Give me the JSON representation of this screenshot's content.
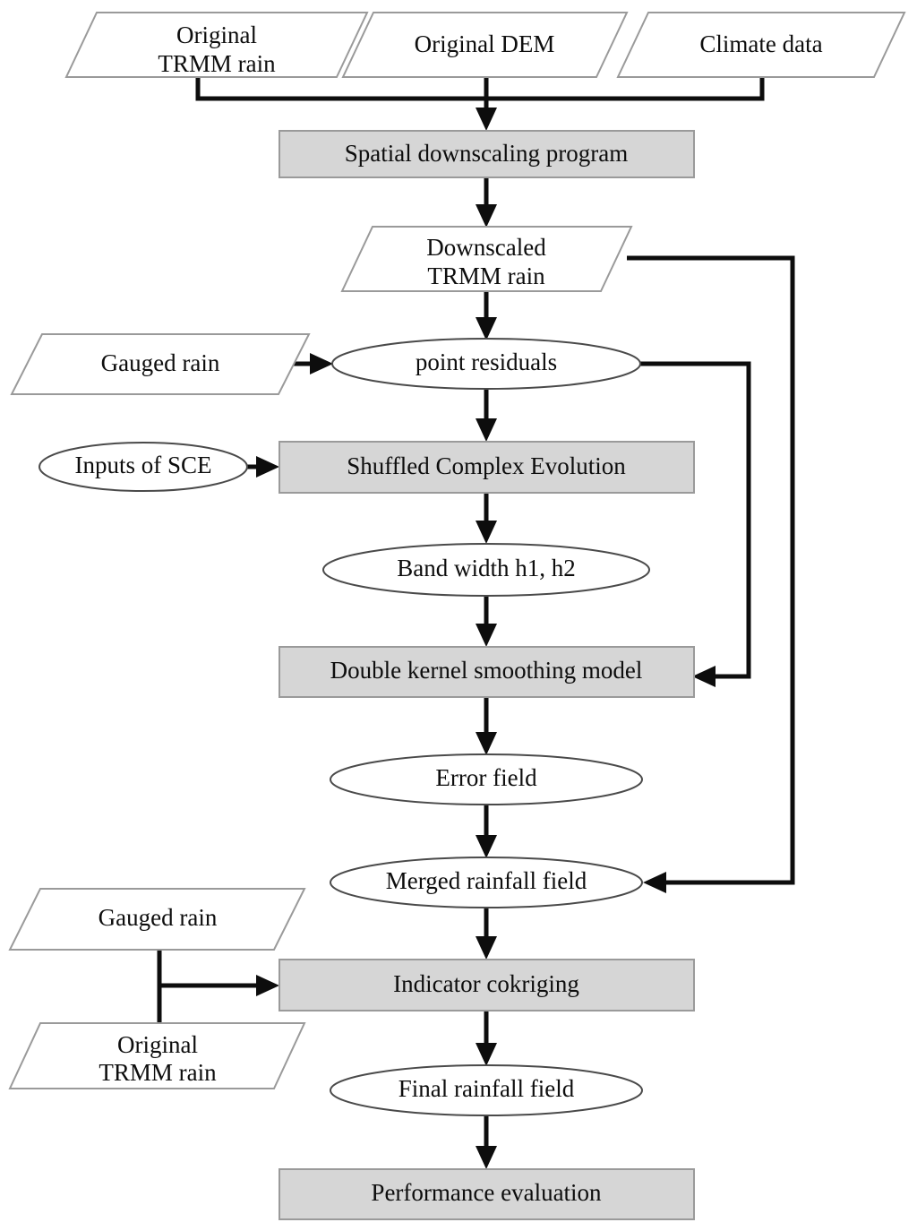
{
  "diagram": {
    "title": "Rainfall downscaling and merging workflow flowchart",
    "colors": {
      "process_fill": "#d6d6d6",
      "process_stroke": "#9a9a9a",
      "data_fill": "#ffffff",
      "data_stroke": "#9a9a9a",
      "terminal_fill": "#ffffff",
      "terminal_stroke": "#4a4a4a",
      "connector": "#0d0d0d",
      "text": "#0d0d0d",
      "background": "#ffffff"
    }
  },
  "nodes": {
    "original_trmm_rain_top": {
      "label_line1": "Original",
      "label_line2": "TRMM rain",
      "shape": "parallelogram"
    },
    "original_dem": {
      "label_line1": "Original DEM",
      "label_line2": "",
      "shape": "parallelogram"
    },
    "climate_data": {
      "label_line1": "Climate data",
      "label_line2": "",
      "shape": "parallelogram"
    },
    "spatial_downscaling_program": {
      "label_line1": "Spatial downscaling program",
      "label_line2": "",
      "shape": "rectangle"
    },
    "downscaled_trmm_rain": {
      "label_line1": "Downscaled",
      "label_line2": "TRMM rain",
      "shape": "parallelogram"
    },
    "gauged_rain_upper": {
      "label_line1": "Gauged rain",
      "label_line2": "",
      "shape": "parallelogram"
    },
    "point_residuals": {
      "label_line1": "point residuals",
      "label_line2": "",
      "shape": "ellipse"
    },
    "inputs_of_sce": {
      "label_line1": "Inputs of SCE",
      "label_line2": "",
      "shape": "ellipse"
    },
    "shuffled_complex_evolution": {
      "label_line1": "Shuffled Complex Evolution",
      "label_line2": "",
      "shape": "rectangle"
    },
    "band_width": {
      "label_line1": "Band width h1, h2",
      "label_line2": "",
      "shape": "ellipse"
    },
    "double_kernel_smoothing_model": {
      "label_line1": "Double kernel smoothing model",
      "label_line2": "",
      "shape": "rectangle"
    },
    "error_field": {
      "label_line1": "Error field",
      "label_line2": "",
      "shape": "ellipse"
    },
    "merged_rainfall_field": {
      "label_line1": "Merged rainfall field",
      "label_line2": "",
      "shape": "ellipse"
    },
    "gauged_rain_lower": {
      "label_line1": "Gauged rain",
      "label_line2": "",
      "shape": "parallelogram"
    },
    "original_trmm_rain_bottom": {
      "label_line1": "Original",
      "label_line2": "TRMM rain",
      "shape": "parallelogram"
    },
    "indicator_cokriging": {
      "label_line1": "Indicator cokriging",
      "label_line2": "",
      "shape": "rectangle"
    },
    "final_rainfall_field": {
      "label_line1": "Final rainfall field",
      "label_line2": "",
      "shape": "ellipse"
    },
    "performance_evaluation": {
      "label_line1": "Performance evaluation",
      "label_line2": "",
      "shape": "rectangle"
    }
  },
  "chart_data": {
    "type": "diagram",
    "title": "Rainfall downscaling and merging workflow flowchart",
    "node_order": [
      "Original TRMM rain",
      "Original DEM",
      "Climate data",
      "Spatial downscaling program",
      "Downscaled TRMM rain",
      "Gauged rain",
      "point residuals",
      "Inputs of SCE",
      "Shuffled Complex Evolution",
      "Band width h1, h2",
      "Double kernel smoothing model",
      "Error field",
      "Merged rainfall field",
      "Gauged rain",
      "Original TRMM rain",
      "Indicator cokriging",
      "Final rainfall field",
      "Performance evaluation"
    ],
    "edges": [
      {
        "from": "Original TRMM rain",
        "to": "Spatial downscaling program"
      },
      {
        "from": "Original DEM",
        "to": "Spatial downscaling program"
      },
      {
        "from": "Climate data",
        "to": "Spatial downscaling program"
      },
      {
        "from": "Spatial downscaling program",
        "to": "Downscaled TRMM rain"
      },
      {
        "from": "Downscaled TRMM rain",
        "to": "point residuals"
      },
      {
        "from": "Gauged rain",
        "to": "point residuals"
      },
      {
        "from": "Downscaled TRMM rain",
        "to": "Merged rainfall field"
      },
      {
        "from": "point residuals",
        "to": "Shuffled Complex Evolution"
      },
      {
        "from": "point residuals",
        "to": "Double kernel smoothing model"
      },
      {
        "from": "Inputs of SCE",
        "to": "Shuffled Complex Evolution"
      },
      {
        "from": "Shuffled Complex Evolution",
        "to": "Band width h1, h2"
      },
      {
        "from": "Band width h1, h2",
        "to": "Double kernel smoothing model"
      },
      {
        "from": "Double kernel smoothing model",
        "to": "Error field"
      },
      {
        "from": "Error field",
        "to": "Merged rainfall field"
      },
      {
        "from": "Merged rainfall field",
        "to": "Indicator cokriging"
      },
      {
        "from": "Gauged rain",
        "to": "Indicator cokriging"
      },
      {
        "from": "Original TRMM rain",
        "to": "Indicator cokriging"
      },
      {
        "from": "Indicator cokriging",
        "to": "Final rainfall field"
      },
      {
        "from": "Final rainfall field",
        "to": "Performance evaluation"
      }
    ],
    "shape_legend": {
      "parallelogram": "data input / output",
      "rectangle": "process (shaded)",
      "ellipse": "intermediate result"
    }
  }
}
